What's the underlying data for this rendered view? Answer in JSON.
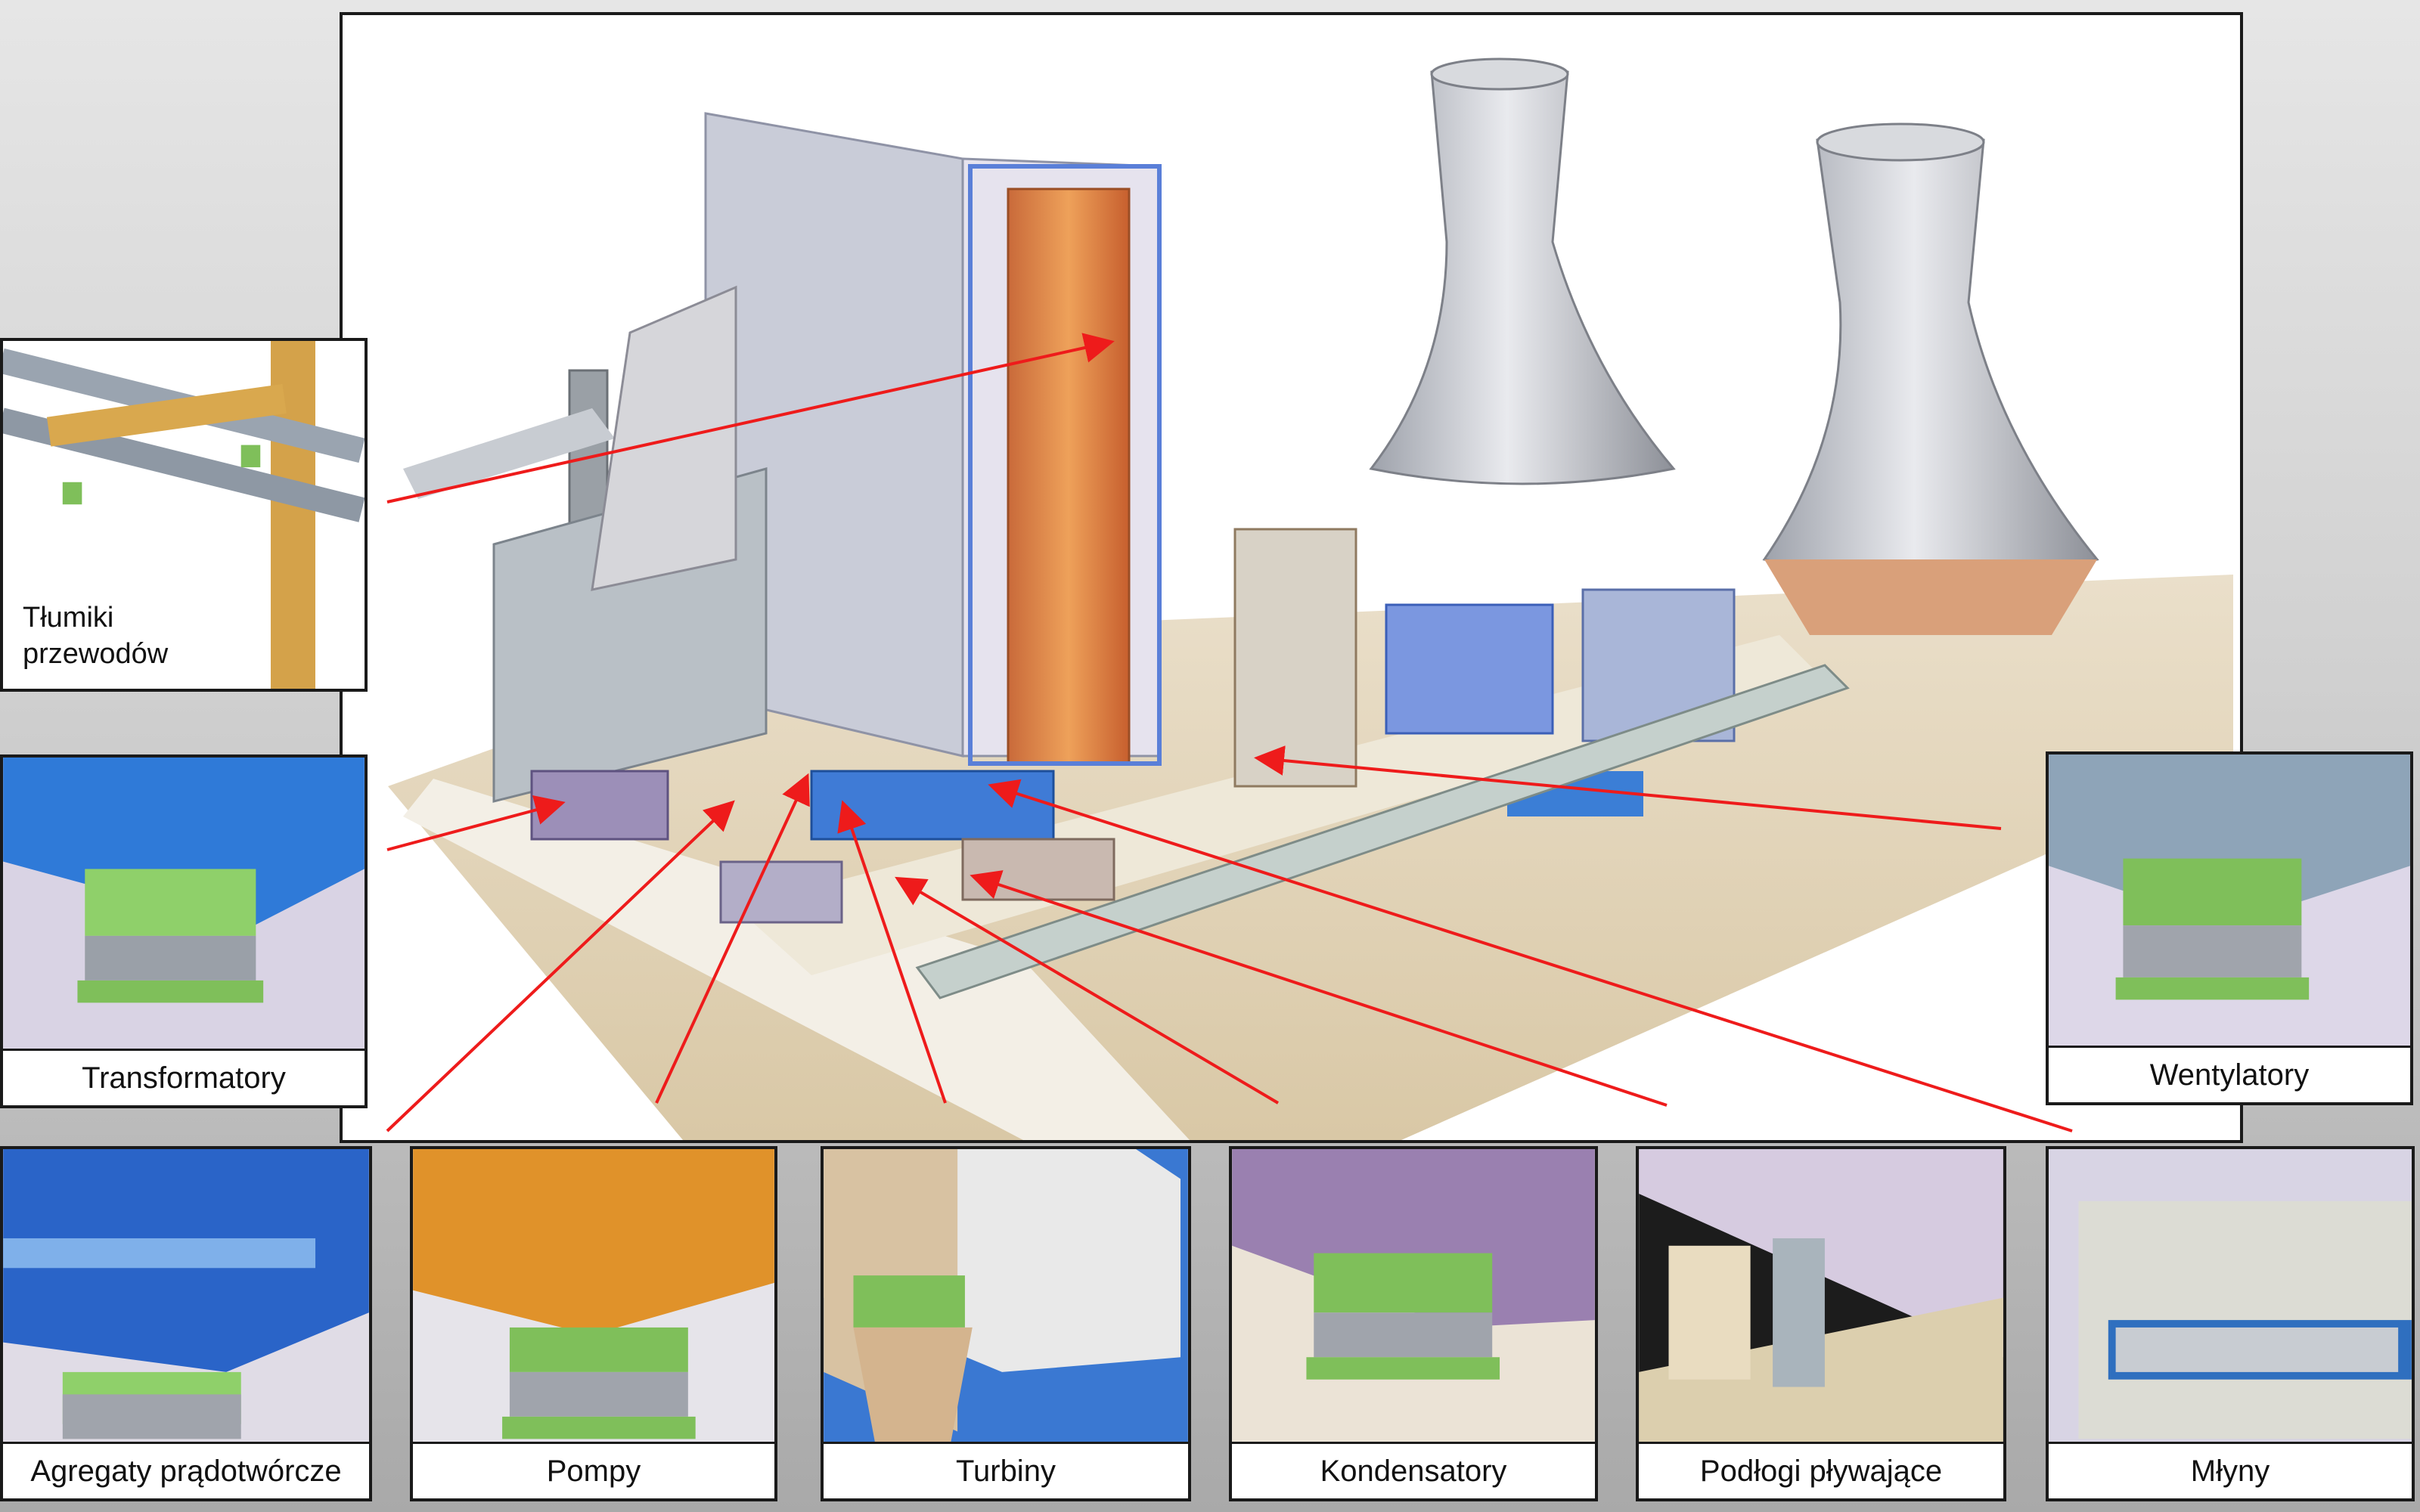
{
  "labels": {
    "tlumiki_line1": "Tłumiki",
    "tlumiki_line2": "przewodów",
    "transformatory": "Transformatory",
    "wentylatory": "Wentylatory",
    "agregaty": "Agregaty prądotwórcze",
    "pompy": "Pompy",
    "turbiny": "Turbiny",
    "kondensatory": "Kondensatory",
    "podlogi": "Podłogi pływające",
    "mlyny": "Młyny"
  },
  "colors": {
    "arrow": "#ee1b1b",
    "frame": "#1a1a1a",
    "boiler": "#e0823a",
    "structure_blue": "#3b6fd6",
    "spring_green": "#7fbf5a",
    "tower_grey": "#b9bcc4"
  }
}
